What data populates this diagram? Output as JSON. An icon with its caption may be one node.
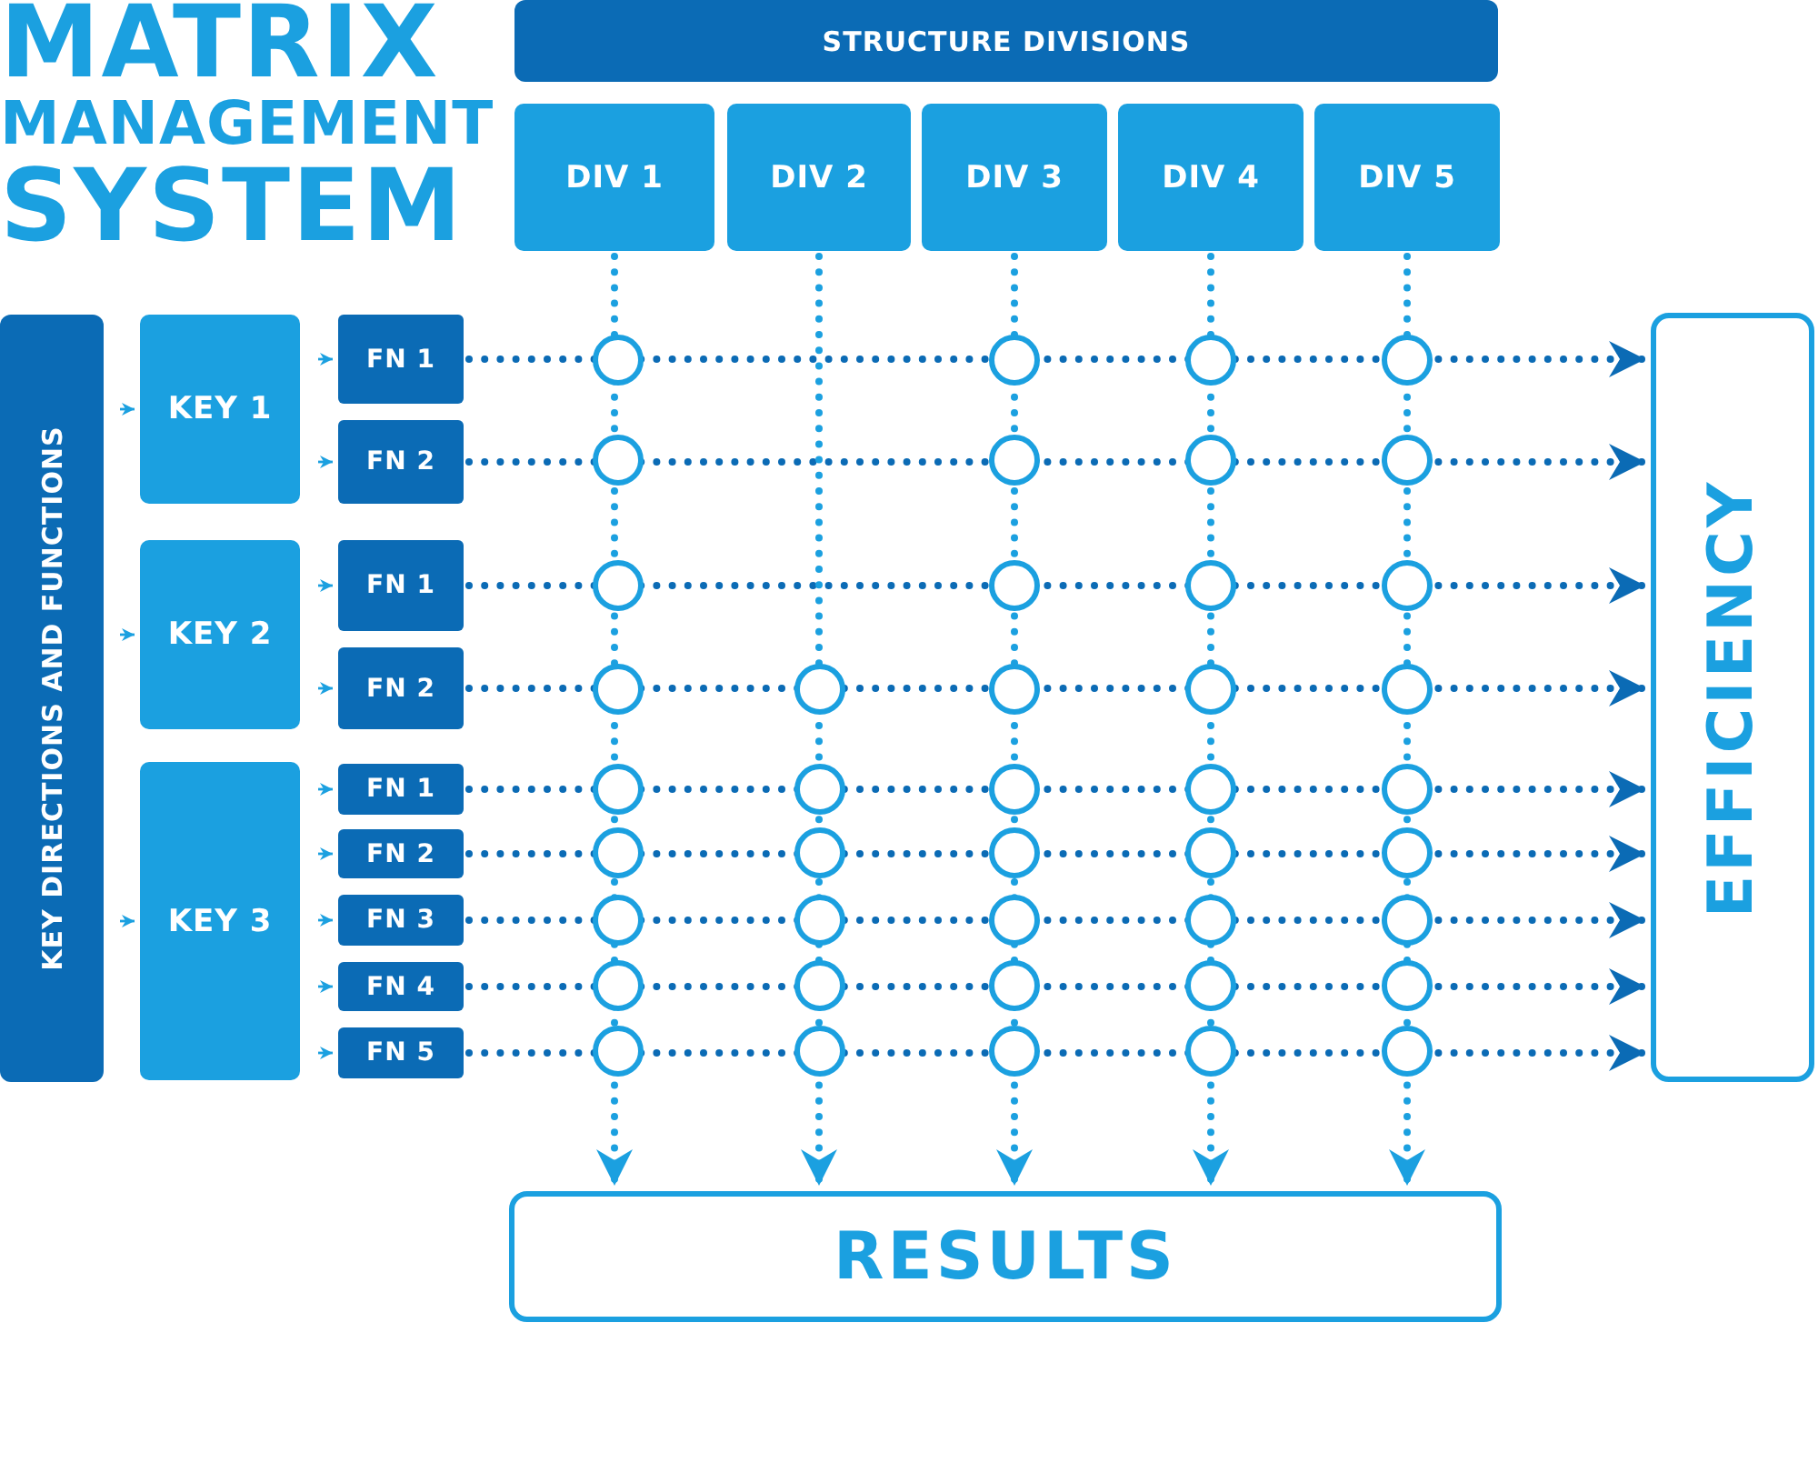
{
  "diagram": {
    "title": "MATRIX MANAGEMENT SYSTEM",
    "nodes": [
      {
        "text": [
          "STRUCTURE DIVISIONS"
        ]
      },
      {
        "text": [
          "DIV 1"
        ]
      },
      {
        "text": [
          "DIV 2"
        ]
      },
      {
        "text": [
          "DIV 3"
        ]
      },
      {
        "text": [
          "DIV 4"
        ]
      },
      {
        "text": [
          "DIV 5"
        ]
      },
      {
        "text": [
          "KEY DIRECTIONS AND FUNCTIONS"
        ]
      },
      {
        "text": [
          "KEY 1"
        ]
      },
      {
        "text": [
          "FN 1"
        ]
      },
      {
        "text": [
          "FN 2"
        ]
      },
      {
        "text": [
          "KEY 2"
        ]
      },
      {
        "text": [
          "FN 1"
        ]
      },
      {
        "text": [
          "FN 2"
        ]
      },
      {
        "text": [
          "KEY 3"
        ]
      },
      {
        "text": [
          "FN 1"
        ]
      },
      {
        "text": [
          "FN 2"
        ]
      },
      {
        "text": [
          "FN 3"
        ]
      },
      {
        "text": [
          "FN 4"
        ]
      },
      {
        "text": [
          "FN 5"
        ]
      },
      {
        "text": [
          "EFFICIENCY"
        ]
      },
      {
        "text": [
          "RESULTS"
        ]
      }
    ],
    "edges": [
      {
        "from": 6,
        "to": 7,
        "arrow": "to"
      },
      {
        "from": 6,
        "to": 10,
        "arrow": "to"
      },
      {
        "from": 6,
        "to": 13,
        "arrow": "to"
      },
      {
        "from": 7,
        "to": 8,
        "arrow": "to"
      },
      {
        "from": 7,
        "to": 9,
        "arrow": "to"
      },
      {
        "from": 10,
        "to": 11,
        "arrow": "to"
      },
      {
        "from": 10,
        "to": 12,
        "arrow": "to"
      },
      {
        "from": 13,
        "to": 14,
        "arrow": "to"
      },
      {
        "from": 13,
        "to": 15,
        "arrow": "to"
      },
      {
        "from": 13,
        "to": 16,
        "arrow": "to"
      },
      {
        "from": 13,
        "to": 17,
        "arrow": "to"
      },
      {
        "from": 13,
        "to": 18,
        "arrow": "to"
      },
      {
        "from": 8,
        "to": 19,
        "arrow": "to",
        "style": "dashed",
        "color": "#0b6bb5"
      },
      {
        "from": 9,
        "to": 19,
        "arrow": "to",
        "style": "dashed",
        "color": "#0b6bb5"
      },
      {
        "from": 11,
        "to": 19,
        "arrow": "to",
        "style": "dashed",
        "color": "#0b6bb5"
      },
      {
        "from": 12,
        "to": 19,
        "arrow": "to",
        "style": "dashed",
        "color": "#0b6bb5"
      },
      {
        "from": 14,
        "to": 19,
        "arrow": "to",
        "style": "dashed",
        "color": "#0b6bb5"
      },
      {
        "from": 15,
        "to": 19,
        "arrow": "to",
        "style": "dashed",
        "color": "#0b6bb5"
      },
      {
        "from": 16,
        "to": 19,
        "arrow": "to",
        "style": "dashed",
        "color": "#0b6bb5"
      },
      {
        "from": 17,
        "to": 19,
        "arrow": "to",
        "style": "dashed",
        "color": "#0b6bb5"
      },
      {
        "from": 18,
        "to": 19,
        "arrow": "to",
        "style": "dashed",
        "color": "#0b6bb5"
      },
      {
        "from": 1,
        "to": 20,
        "arrow": "to",
        "style": "dashed"
      },
      {
        "from": 2,
        "to": 20,
        "arrow": "to",
        "style": "dashed"
      },
      {
        "from": 3,
        "to": 20,
        "arrow": "to",
        "style": "dashed"
      },
      {
        "from": 4,
        "to": 20,
        "arrow": "to",
        "style": "dashed"
      },
      {
        "from": 5,
        "to": 20,
        "arrow": "to",
        "style": "dashed"
      }
    ]
  }
}
